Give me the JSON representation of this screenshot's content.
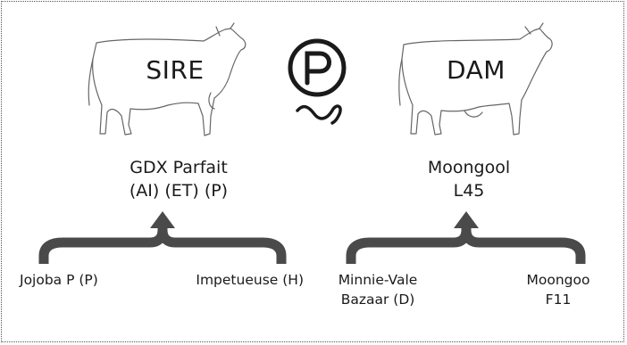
{
  "sire": {
    "label": "SIRE",
    "name_line1": "GDX Parfait",
    "name_line2": "(AI) (ET) (P)",
    "sire_parent": "Jojoba P (P)",
    "dam_parent": "Impetueuse (H)"
  },
  "dam": {
    "label": "DAM",
    "name_line1": "Moongool",
    "name_line2": "L45",
    "sire_parent_line1": "Minnie-Vale",
    "sire_parent_line2": "Bazaar (D)",
    "dam_parent_line1": "Moongoo",
    "dam_parent_line2": "F11"
  },
  "poll_symbol": {
    "letter": "P",
    "icon": "polled-symbol-icon"
  },
  "colors": {
    "line": "#1a1a1a",
    "bracket": "#4a4a4a",
    "outline": "#666666"
  }
}
